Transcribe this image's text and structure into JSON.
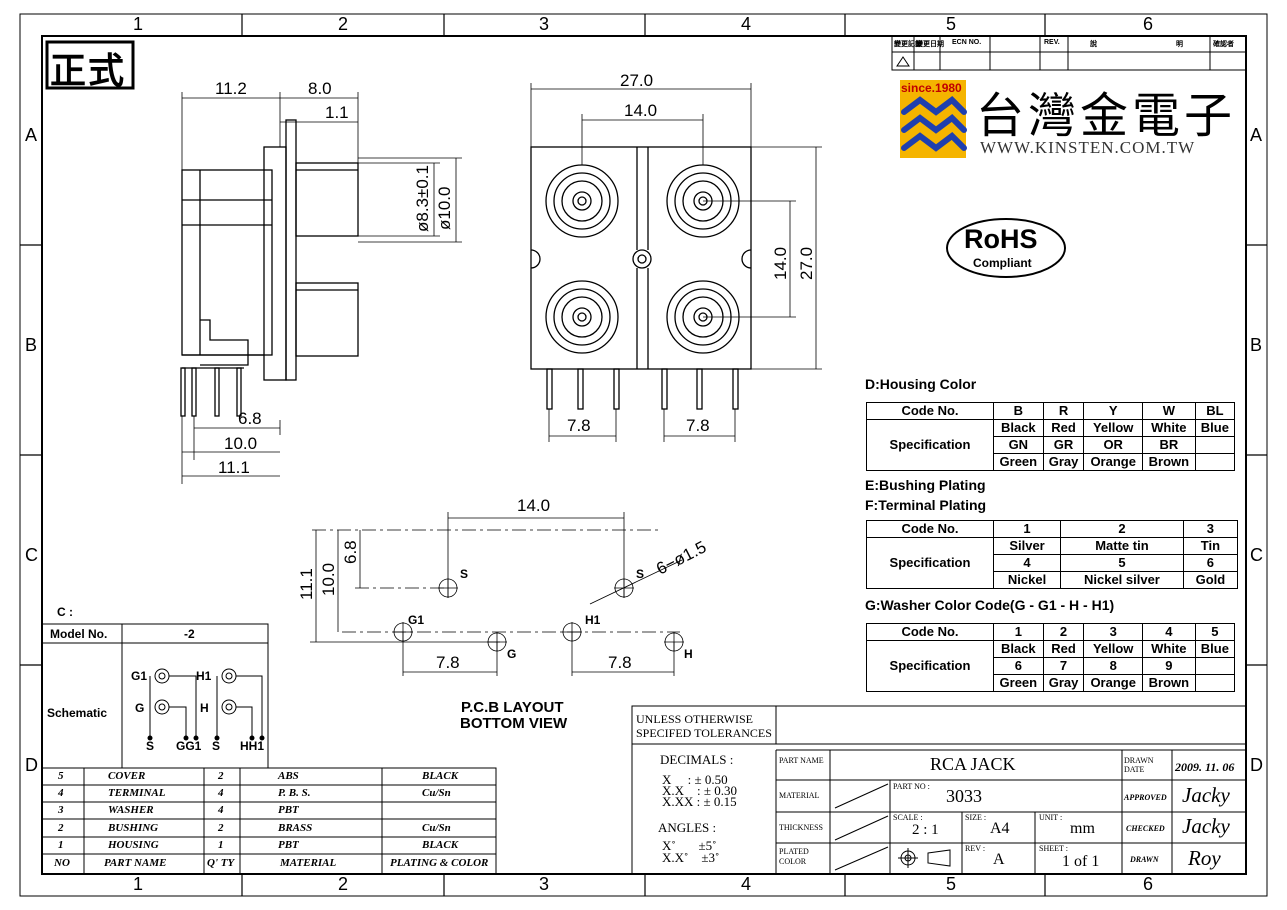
{
  "zones": {
    "top": [
      "1",
      "2",
      "3",
      "4",
      "5",
      "6"
    ],
    "side": [
      "A",
      "B",
      "C",
      "D"
    ]
  },
  "stamp": "正式",
  "company": {
    "since": "since.1980",
    "name": "台灣金電子",
    "url": "WWW.KINSTEN.COM.TW"
  },
  "revision_header": [
    "變更記錄",
    "變更日期",
    "ECN NO.",
    "REV.",
    "說",
    "明",
    "確認者"
  ],
  "rohs": {
    "title": "RoHS",
    "sub": "Compliant"
  },
  "dims": {
    "side_view": [
      "11.2",
      "8.0",
      "1.1",
      "ø8.3±0.1",
      "ø10.0",
      "6.8",
      "10.0",
      "11.1"
    ],
    "front_view": [
      "27.0",
      "14.0",
      "14.0",
      "27.0",
      "7.8",
      "7.8"
    ],
    "pcb": [
      "14.0",
      "6−ø1.5",
      "11.1",
      "10.0",
      "6.8",
      "7.8",
      "7.8"
    ],
    "pcb_pins": [
      "S",
      "S",
      "G1",
      "G",
      "H1",
      "H"
    ]
  },
  "pcb_caption": [
    "P.C.B LAYOUT",
    "BOTTOM VIEW"
  ],
  "housing": {
    "title": "D:Housing Color",
    "code_label": "Code No.",
    "spec_label": "Specification",
    "row1": [
      "B",
      "R",
      "Y",
      "W",
      "BL"
    ],
    "row2": [
      "Black",
      "Red",
      "Yellow",
      "White",
      "Blue"
    ],
    "row3": [
      "GN",
      "GR",
      "OR",
      "BR",
      ""
    ],
    "row4": [
      "Green",
      "Gray",
      "Orange",
      "Brown",
      ""
    ]
  },
  "bushing_title": "E:Bushing Plating",
  "terminal": {
    "title": "F:Terminal Plating",
    "code_label": "Code No.",
    "spec_label": "Specification",
    "row1": [
      "1",
      "2",
      "3"
    ],
    "row2": [
      "Silver",
      "Matte tin",
      "Tin"
    ],
    "row3": [
      "4",
      "5",
      "6"
    ],
    "row4": [
      "Nickel",
      "Nickel silver",
      "Gold"
    ]
  },
  "washer": {
    "title": "G:Washer Color Code(G - G1 - H - H1)",
    "code_label": "Code No.",
    "spec_label": "Specification",
    "row1": [
      "1",
      "2",
      "3",
      "4",
      "5"
    ],
    "row2": [
      "Black",
      "Red",
      "Yellow",
      "White",
      "Blue"
    ],
    "row3": [
      "6",
      "7",
      "8",
      "9",
      ""
    ],
    "row4": [
      "Green",
      "Gray",
      "Orange",
      "Brown",
      ""
    ]
  },
  "schematic": {
    "c_label": "C :",
    "model_label": "Model No.",
    "model_value": "-2",
    "schematic_label": "Schematic",
    "pins": [
      "G1",
      "H1",
      "G",
      "H",
      "S",
      "GG1",
      "HH1"
    ]
  },
  "bom": {
    "rows": [
      [
        "5",
        "COVER",
        "2",
        "ABS",
        "BLACK"
      ],
      [
        "4",
        "TERMINAL",
        "4",
        "P. B. S.",
        "Cu/Sn"
      ],
      [
        "3",
        "WASHER",
        "4",
        "PBT",
        ""
      ],
      [
        "2",
        "BUSHING",
        "2",
        "BRASS",
        "Cu/Sn"
      ],
      [
        "1",
        "HOUSING",
        "1",
        "PBT",
        "BLACK"
      ]
    ],
    "header": [
      "NO",
      "PART NAME",
      "Q' TY",
      "MATERIAL",
      "PLATING & COLOR"
    ]
  },
  "tolerances": {
    "title1": "UNLESS  OTHERWISE",
    "title2": "SPECIFED TOLERANCES",
    "decimals_label": "DECIMALS :",
    "decimals": [
      [
        "X",
        ": ± 0.50"
      ],
      [
        "X.X",
        ": ± 0.30"
      ],
      [
        "X.XX",
        ": ± 0.15"
      ]
    ],
    "angles_label": "ANGLES :",
    "angles": [
      [
        "X˚",
        "±5˚"
      ],
      [
        "X.X˚",
        "±3˚"
      ]
    ]
  },
  "title_block": {
    "part_name_label": "PART NAME",
    "part_name": "RCA JACK",
    "drawn_date_label": "DRAWN DATE",
    "drawn_date": "2009. 11. 06",
    "material_label": "MATERIAL",
    "part_no_label": "PART NO :",
    "part_no": "3033",
    "approved_label": "APPROVED",
    "approved": "Jacky",
    "thickness_label": "THICKNESS",
    "scale_label": "SCALE :",
    "scale": "2 : 1",
    "size_label": "SIZE :",
    "size": "A4",
    "unit_label": "UNIT :",
    "unit": "mm",
    "checked_label": "CHECKED",
    "checked": "Jacky",
    "plated_label": "PLATED COLOR",
    "rev_label": "REV :",
    "rev": "A",
    "sheet_label": "SHEET :",
    "sheet": "1 of 1",
    "drawn_label": "DRAWN",
    "drawn": "Roy"
  }
}
